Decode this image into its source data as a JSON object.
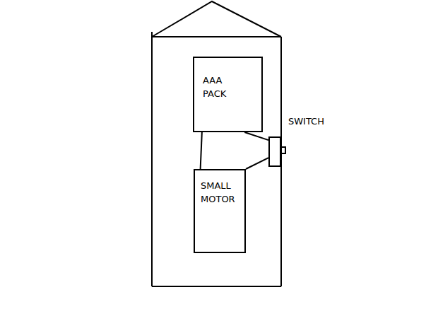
{
  "diagram": {
    "nodes": [
      {
        "text": [
          "AAA PACK"
        ]
      },
      {
        "text": [
          "SMALL MOTOR"
        ]
      },
      {
        "text": [
          "SWITCH"
        ]
      }
    ],
    "edges": [
      {
        "from": 0,
        "to": 1,
        "arrow": "none"
      },
      {
        "from": 0,
        "to": 2,
        "arrow": "none"
      },
      {
        "from": 1,
        "to": 2,
        "arrow": "none"
      }
    ]
  }
}
